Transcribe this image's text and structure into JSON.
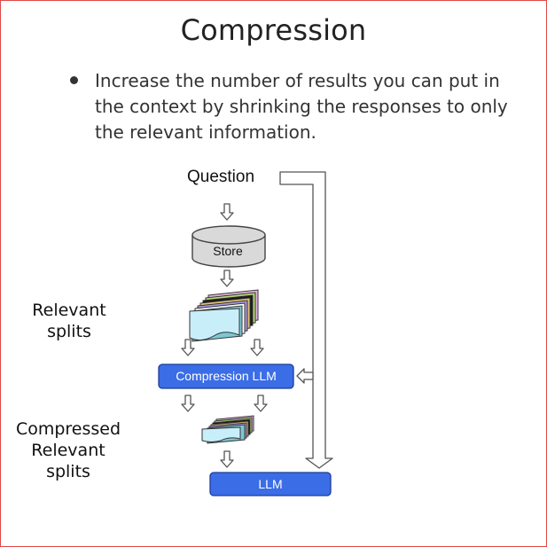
{
  "slide": {
    "title": "Compression",
    "bullet": "Increase the number of results you can put in the context by shrinking the responses to only the relevant information."
  },
  "diagram": {
    "question_label": "Question",
    "store_label": "Store",
    "relevant_splits_label": [
      "Relevant",
      "splits"
    ],
    "compressed_splits_label": [
      "Compressed",
      "Relevant",
      "splits"
    ],
    "compression_llm_label": "Compression LLM",
    "llm_label": "LLM"
  },
  "colors": {
    "slide_border": "#e04848",
    "llm_box_fill": "#3b6de6",
    "llm_box_stroke": "#1e3e9a",
    "store_fill": "#d9d9d9",
    "arrow_stroke": "#555555"
  }
}
